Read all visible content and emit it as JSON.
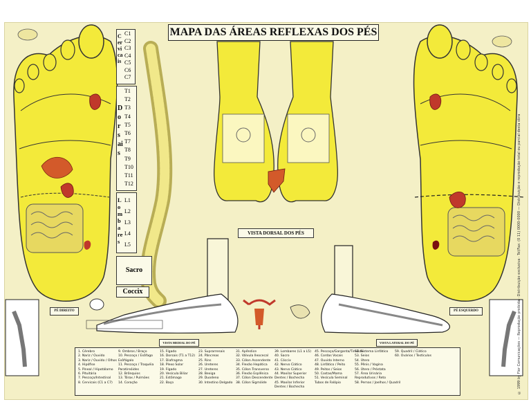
{
  "title": "MAPA DAS ÁREAS REFLEXAS DOS PÉS",
  "spine": {
    "cervicais_word": "Cervicais",
    "cervicais": [
      "C1",
      "C2",
      "C3",
      "C4",
      "C5",
      "C6",
      "C7"
    ],
    "dorsais_word": "Dorsais",
    "dorsais": [
      "T1",
      "T2",
      "T3",
      "T4",
      "T5",
      "T6",
      "T7",
      "T8",
      "T9",
      "T10",
      "T11",
      "T12"
    ],
    "lombares_word": "Lombares",
    "lombares": [
      "L1",
      "L2",
      "L3",
      "L4",
      "L5"
    ],
    "sacro": "Sacro",
    "coccix": "Coccix"
  },
  "labels": {
    "vista_dorsal": "VISTA DORSAL DOS PÉS",
    "pe_direito": "PÉ DIREITO",
    "pe_esquerdo": "PÉ ESQUERDO",
    "vista_medial": "VISTA MEDIAL DO PÉ",
    "vista_lateral": "VISTA LATERAL DO PÉ"
  },
  "legend": [
    [
      "1. Cérebro",
      "2. Nariz / Ouvido",
      "3. Nariz / Ouvido / Olhos",
      "4. Hipófise",
      "5. Pineal / Hipotálamo",
      "6. Pituitária",
      "7. Pescoço/Intestinal",
      "8. Cervicais (C1 a C7)"
    ],
    [
      "9. Ombros / Braço",
      "10. Pescoço / Esôfago",
      "    Esôfágalo",
      "11. Pescoço / Traquéia",
      "    Paratireóides",
      "12. Brônquios",
      "13. Tórax / Pulmões",
      "14. Coração"
    ],
    [
      "15. Fígado",
      "16. Dorsais (T1 a T12)",
      "17. Diafragma",
      "18. Plexo Solar",
      "19. Fígado",
      "20. Vesícula Biliar",
      "21. Estômago",
      "22. Baço"
    ],
    [
      "23. Suprarrenais",
      "24. Pâncreas",
      "25. Rins",
      "26. Ureteres",
      "27. Ureteres",
      "28. Bexiga",
      "29. Duodeno",
      "30. Intestino Delgado"
    ],
    [
      "31. Apêndice",
      "32. Válvula Ileocecal",
      "33. Cólon Ascendente",
      "34. Flexão Hepática",
      "35. Cólon Transverso",
      "36. Flexão Esplênica",
      "37. Cólon Descendente",
      "38. Cólon Sigmóide"
    ],
    [
      "39. Lombares (L1 a L5)",
      "40. Sacro",
      "41. Cóccix",
      "42. Nervo Ciático",
      "43. Nervo Ciático",
      "44. Maxilar Superior",
      "    Dentes / Bochecha",
      "45. Maxilar Inferior",
      "    Dentes / Bochecha"
    ],
    [
      "45. Pescoço/Garganta/Tireóide",
      "46. Cordas Vocais",
      "47. Ouvido Interno",
      "48. Linfático / Peito",
      "49. Peitos / Seios",
      "50. Costas/Mama",
      "51. Vesícula Seminal",
      "    Tubos de Falópio"
    ],
    [
      "52. Sistema Linfático",
      "53. Seios",
      "54. Útero",
      "55. Pênis / Vagina",
      "56. Útero / Próstata",
      "57. Área Urinária",
      "    Reprodutivos / Reto",
      "58. Pernas / Joelhos / Quadril"
    ],
    [
      "59. Quadril / Ciático",
      "60. Ovários / Testículos"
    ]
  ],
  "copyright": "© 1999 by Flor Comunicações — Reprodução proibida · Distribuição exclusiva · Tel/Fax: (0 11) 0000-0000 — Distribuição e reprodução total ou parcial desta obra"
}
